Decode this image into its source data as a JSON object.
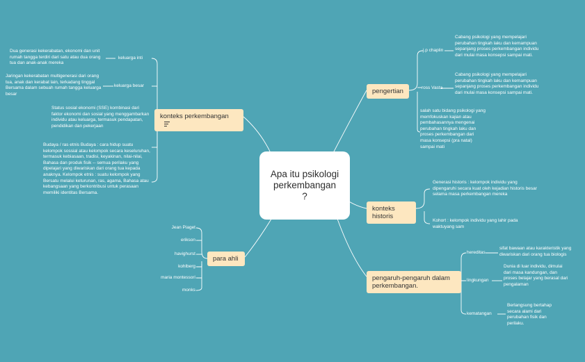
{
  "central": "Apa itu psikologi perkembangan ?",
  "nodes": {
    "pengertian": "pengertian",
    "konteks_perkembangan": "konteks perkembangan",
    "konteks_historis": "konteks historis",
    "para_ahli": "para ahli",
    "pengaruh": "pengaruh-pengaruh dalam perkembangan."
  },
  "pengertian": {
    "jp_chaplin_label": "j.p chaplin",
    "jp_chaplin_text": "Cabang psikologi yang mempelajari perubahan tingkah laku dan kemampuan sepanjang proses perkembangan individu dari mulai masa konsepsi sampai mati.",
    "ross_vasta_label": "ross Vasta",
    "ross_vasta_text": "Cabang psikologi yang mempelajari perubahan tingkah laku dan kemampuan sepanjang proses perkembangan individu dari mulai masa konsepsi sampai mati.",
    "bidang_text": "salah satu bidang psikologi yang memfokuskan kajian atau pembahasannya mengenai perubahan tingkah laku dan proses perkembangan dari masa konsepsi (pra natal) sampai mati"
  },
  "konteks_perkembangan": {
    "keluarga_inti_label": "keluarga inti",
    "keluarga_inti_text": "Dua generasi kekerabatan, ekonomi dan unit rumah tangga terdiri dari satu atau dua orang tua dan anak-anak mereka",
    "keluarga_besar_label": "keluarga besar",
    "keluarga_besar_text": "Jaringan kekerabatan multigenerasi dari orang tua, anak dan kerabat lain, terkadang tinggal Bersama dalam sebuah rumah tangga keluarga besar",
    "ses_text": "Status sosial ekonomi (SSE) kombinasi dari faktor ekonomi dan sosial yang menggambarkan individu atau keluarga, termasuk pendapatan, pendidikan dan pekerjaan",
    "budaya_text": "Budaya / ras etnis Budaya : cara hidup suatu kelompok sossial atau kelompok secara keseluruhan, termasuk kebiasaan, tradisi, keyakinan, nilai-nilai, Bahasa dan produk fisik -- semua perilaku yang dipelajari yang diwariskan dari orang tua kepada anaknya. Kelompok etnis : suatu kelompok yang Bersatu melalui keturunan, ras, agama, Bahasa atau kebangsaan yang berkontribusi untuk perasaan memiliki identitas Bersama."
  },
  "konteks_historis": {
    "generasi_text": "Generasi historis : kelompok individu yang dipengaruhi secara kuat oleh kejadian historis besar selama masa perkembangan mereka",
    "kohort_text": "Kohort : kelompok individu yang lahir pada waktuyang sam"
  },
  "para_ahli": [
    "Jean Piaget",
    "erikson",
    "havighurst",
    "kohlberg",
    "maria montessori",
    "monks"
  ],
  "pengaruh": {
    "hereditas_label": "hereditas",
    "hereditas_text": "sifat bawaan atau karakteristik yang diwariskan dari orang tua biologis",
    "lingkungan_label": "lingkungan",
    "lingkungan_text": "Dunia di luar individu, dimulai dari masa kandungan, dan proses belajar yang berasal dari pengalaman",
    "kematangan_label": "kematangan",
    "kematangan_text": "Berlangsung bertahap secara alami dari perubahan fisik dan perilaku."
  }
}
